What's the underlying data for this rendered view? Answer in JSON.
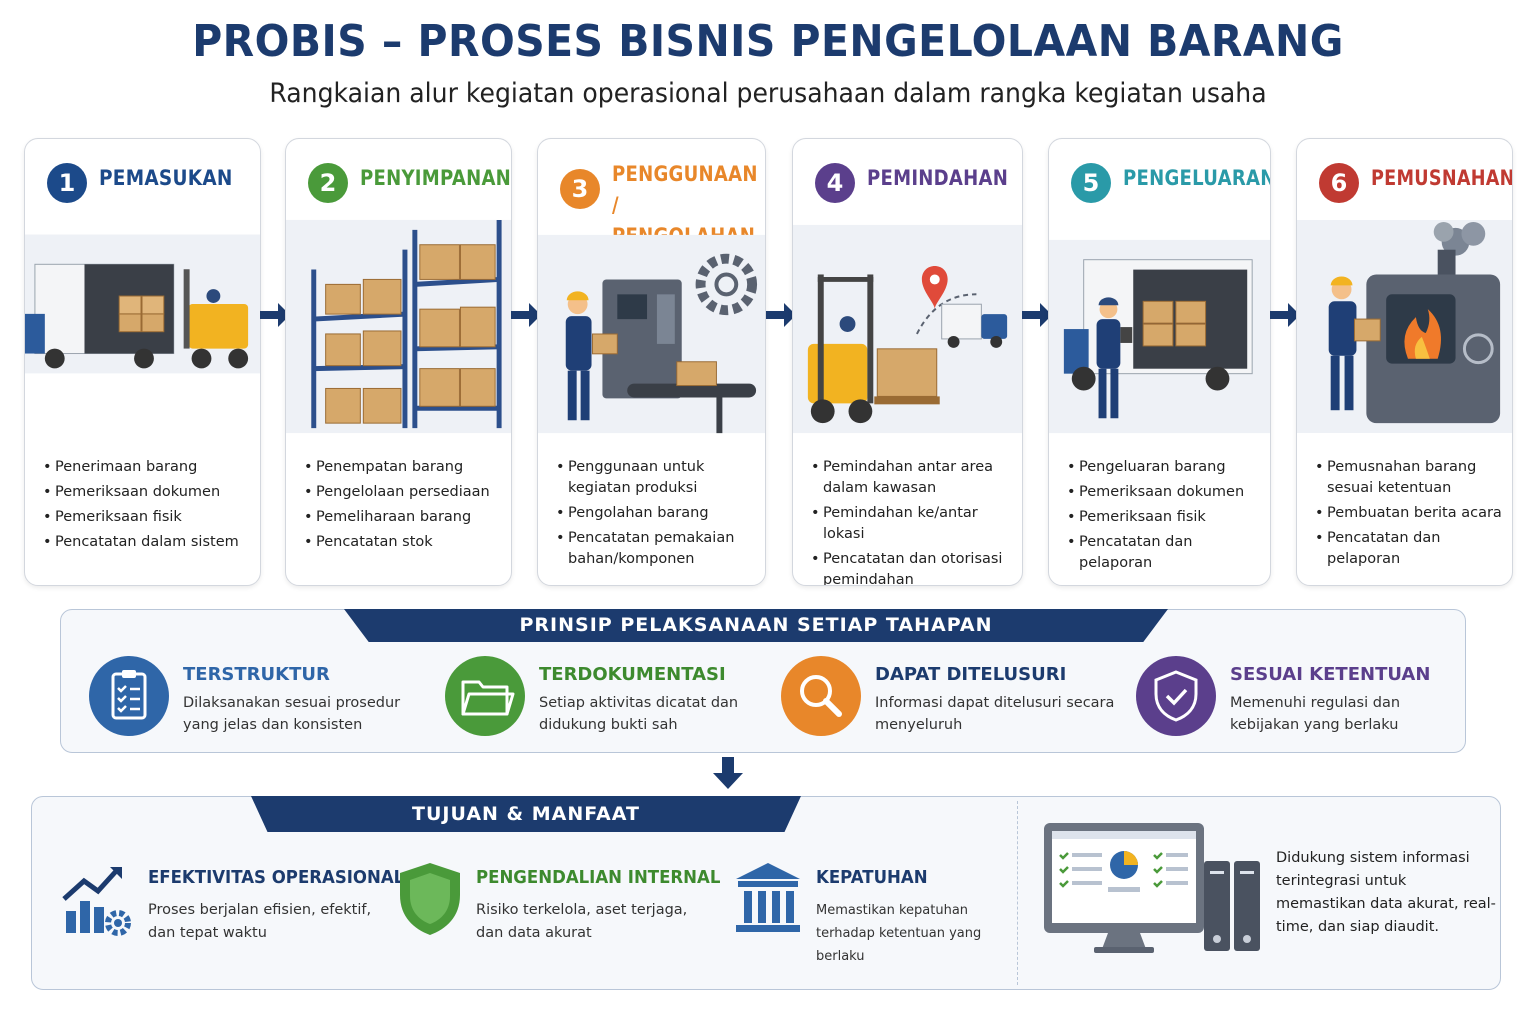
{
  "title": "PROBIS – PROSES BISNIS PENGELOLAAN BARANG",
  "subtitle": "Rangkaian alur kegiatan operasional perusahaan dalam rangka kegiatan usaha",
  "steps": [
    {
      "number": "1",
      "title": "PEMASUKAN",
      "color": "#1c4a8a",
      "icon": "truck-forklift-illustration",
      "bullets": [
        "Penerimaan barang",
        "Pemeriksaan dokumen",
        "Pemeriksaan fisik",
        "Pencatatan dalam sistem"
      ]
    },
    {
      "number": "2",
      "title": "PENYIMPANAN",
      "color": "#4a9a3a",
      "icon": "warehouse-shelf-illustration",
      "bullets": [
        "Penempatan barang",
        "Pengelolaan persediaan",
        "Pemeliharaan barang",
        "Pencatatan stok"
      ]
    },
    {
      "number": "3",
      "title": "PENGGUNAAN / PENGOLAHAN",
      "title_line1": "PENGGUNAAN /",
      "title_line2": "PENGOLAHAN",
      "color": "#e8872a",
      "icon": "production-machine-illustration",
      "bullets": [
        "Penggunaan untuk kegiatan produksi",
        "Pengolahan barang",
        "Pencatatan pemakaian bahan/komponen"
      ]
    },
    {
      "number": "4",
      "title": "PEMINDAHAN",
      "color": "#5b3f8c",
      "icon": "forklift-route-illustration",
      "bullets": [
        "Pemindahan antar area dalam kawasan",
        "Pemindahan ke/antar lokasi",
        "Pencatatan dan otorisasi pemindahan"
      ]
    },
    {
      "number": "5",
      "title": "PENGELUARAN",
      "color": "#2a9aa8",
      "icon": "truck-inspection-illustration",
      "bullets": [
        "Pengeluaran barang",
        "Pemeriksaan dokumen",
        "Pemeriksaan fisik",
        "Pencatatan dan pelaporan"
      ]
    },
    {
      "number": "6",
      "title": "PEMUSNAHAN",
      "color": "#c03a32",
      "icon": "incinerator-illustration",
      "bullets": [
        "Pemusnahan barang sesuai ketentuan",
        "Pembuatan berita acara",
        "Pencatatan dan pelaporan"
      ]
    }
  ],
  "principles": {
    "header": "PRINSIP PELAKSANAAN SETIAP TAHAPAN",
    "items": [
      {
        "title": "TERSTRUKTUR",
        "text": "Dilaksanakan sesuai prosedur yang jelas dan konsisten",
        "color": "#2f66a8",
        "icon": "clipboard-checklist-icon"
      },
      {
        "title": "TERDOKUMENTASI",
        "text": "Setiap aktivitas dicatat dan didukung bukti sah",
        "color": "#4a9a3a",
        "icon": "folder-icon"
      },
      {
        "title": "DAPAT DITELUSURI",
        "text": "Informasi dapat ditelusuri secara menyeluruh",
        "color": "#e8872a",
        "icon": "magnifier-icon"
      },
      {
        "title": "SESUAI KETENTUAN",
        "text": "Memenuhi regulasi dan kebijakan yang berlaku",
        "color": "#5b3f8c",
        "icon": "shield-check-icon"
      }
    ]
  },
  "goals": {
    "header": "TUJUAN & MANFAAT",
    "items": [
      {
        "title": "EFEKTIVITAS OPERASIONAL",
        "text": "Proses berjalan efisien, efektif, dan tepat waktu",
        "icon": "growth-chart-gear-icon"
      },
      {
        "title": "PENGENDALIAN INTERNAL",
        "text": "Risiko terkelola, aset terjaga, dan data akurat",
        "icon": "shield-icon"
      },
      {
        "title": "KEPATUHAN",
        "text": "Memastikan kepatuhan terhadap ketentuan yang berlaku",
        "icon": "institution-building-icon"
      }
    ],
    "system_text": "Didukung sistem informasi terintegrasi untuk memastikan data akurat, real-time, dan siap diaudit.",
    "system_icon": "computer-server-icon"
  },
  "colors": {
    "navy": "#1c3b6e",
    "panel": "#f6f8fb"
  }
}
